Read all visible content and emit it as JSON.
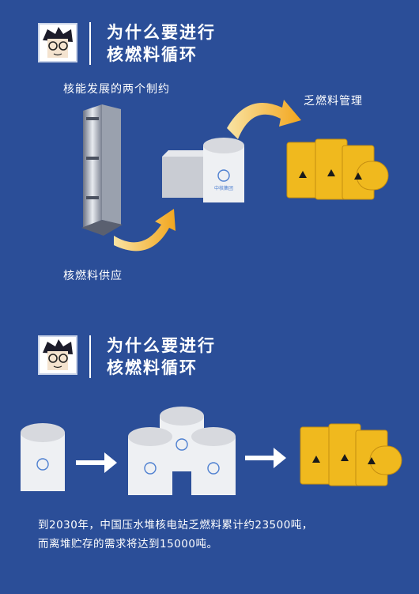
{
  "section1": {
    "title_line1": "为什么要进行",
    "title_line2": "核燃料循环",
    "label_constraints": "核能发展的两个制约",
    "label_spent_fuel": "乏燃料管理",
    "label_supply": "核燃料供应"
  },
  "section2": {
    "title_line1": "为什么要进行",
    "title_line2": "核燃料循环"
  },
  "container_logo_text": "中核集团",
  "footer": {
    "line1": "到2030年，中国压水堆核电站乏燃料累计约23500吨，",
    "line2": "而离堆贮存的需求将达到15000吨。"
  },
  "colors": {
    "background": "#2b4e98",
    "barrel": "#f0b91e",
    "arrow": "#f2a61e"
  }
}
